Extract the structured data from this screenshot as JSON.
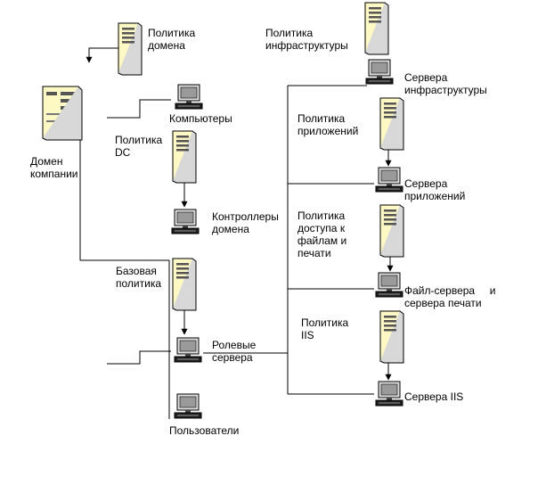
{
  "labels": {
    "domain_policy": "Политика\nдомена",
    "company_domain": "Домен\nкомпании",
    "computers": "Компьютеры",
    "dc_policy": "Политика\nDC",
    "domain_controllers": "Контроллеры\nдомена",
    "base_policy": "Базовая\nполитика",
    "role_servers": "Ролевые\nсервера",
    "users": "Пользователи",
    "infra_policy": "Политика\nинфраструктуры",
    "infra_servers": "Сервера\nинфраструктуры",
    "app_policy": "Политика\nприложений",
    "app_servers": "Сервера\nприложений",
    "file_print_policy": "Политика\nдоступа к\nфайлам и\nпечати",
    "file_print_servers": "Файл-сервера     и\nсервера печати",
    "iis_policy": "Политика\nIIS",
    "iis_servers": "Сервера IIS"
  },
  "icons": {
    "server": "server-tower-icon",
    "workstation": "workstation-icon",
    "domain_controller": "domain-server-icon"
  },
  "colors": {
    "server_body": "#fdf8c4",
    "monitor_screen": "#9a9a9a",
    "line": "#000000"
  }
}
